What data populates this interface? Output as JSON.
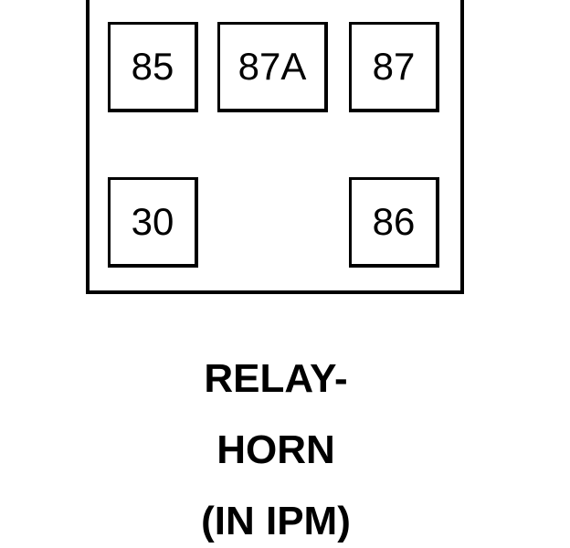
{
  "terminals": {
    "t85": "85",
    "t87a": "87A",
    "t87": "87",
    "t30": "30",
    "t86": "86"
  },
  "caption": {
    "line1": "RELAY-",
    "line2": "HORN",
    "line3": "(IN IPM)"
  }
}
